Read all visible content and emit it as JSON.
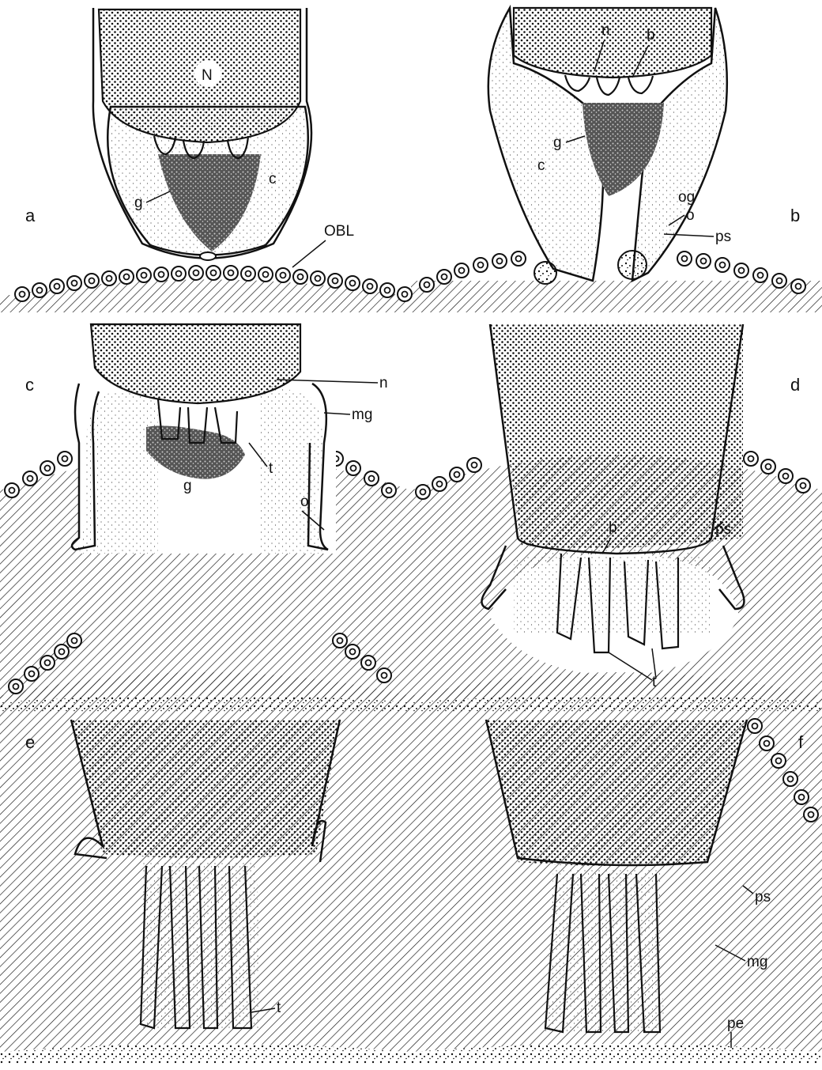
{
  "panels": {
    "a": {
      "letter": "a",
      "labels": {
        "N": "N",
        "c": "c",
        "g": "g",
        "OBL": "OBL"
      }
    },
    "b": {
      "letter": "b",
      "labels": {
        "n": "n",
        "b": "b",
        "g": "g",
        "c": "c",
        "og": "og",
        "o": "o",
        "ps": "ps"
      }
    },
    "c": {
      "letter": "c",
      "labels": {
        "n": "n",
        "mg": "mg",
        "t": "t",
        "g": "g",
        "o": "o"
      }
    },
    "d": {
      "letter": "d",
      "labels": {
        "ps": "ps",
        "b": "b",
        "t": "t"
      }
    },
    "e": {
      "letter": "e",
      "labels": {
        "t": "t"
      }
    },
    "f": {
      "letter": "f",
      "labels": {
        "ps": "ps",
        "mg": "mg",
        "pe": "pe"
      }
    }
  }
}
